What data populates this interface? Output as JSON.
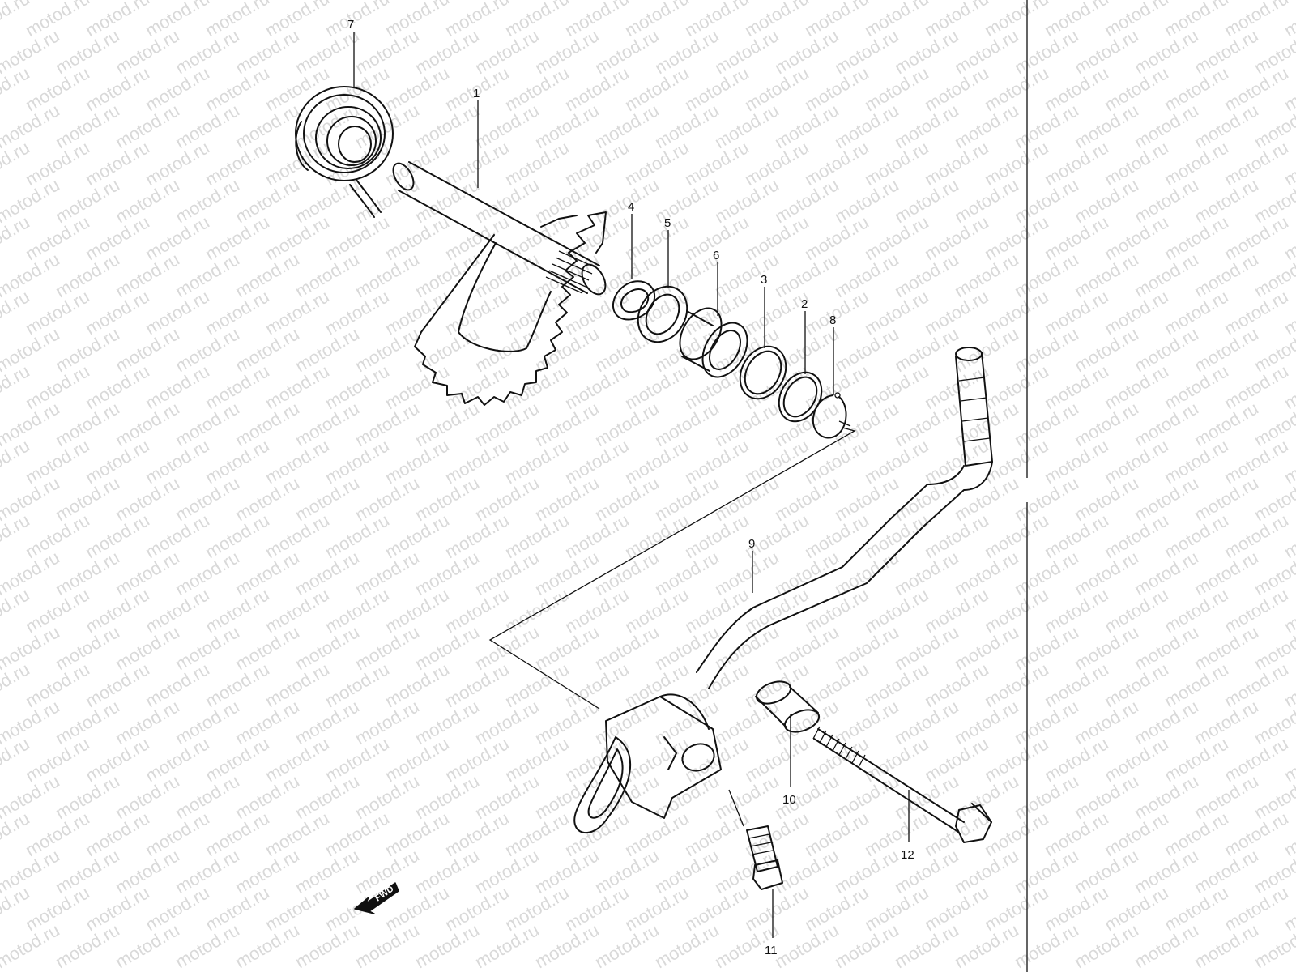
{
  "watermark": {
    "text": "motod.ru",
    "color": "#d9d9d9"
  },
  "diagram": {
    "parts": [
      {
        "number": "1",
        "icon": "kick-starter-shaft-icon"
      },
      {
        "number": "2",
        "icon": "washer-icon"
      },
      {
        "number": "3",
        "icon": "washer-icon"
      },
      {
        "number": "4",
        "icon": "wave-washer-icon"
      },
      {
        "number": "5",
        "icon": "washer-icon"
      },
      {
        "number": "6",
        "icon": "bushing-icon"
      },
      {
        "number": "7",
        "icon": "return-spring-icon"
      },
      {
        "number": "8",
        "icon": "circlip-icon"
      },
      {
        "number": "9",
        "icon": "kick-starter-lever-icon"
      },
      {
        "number": "10",
        "icon": "spacer-icon"
      },
      {
        "number": "11",
        "icon": "bolt-icon"
      },
      {
        "number": "12",
        "icon": "bolt-icon"
      }
    ],
    "direction_arrow": {
      "label": "FWD",
      "icon": "fwd-arrow-icon"
    }
  }
}
